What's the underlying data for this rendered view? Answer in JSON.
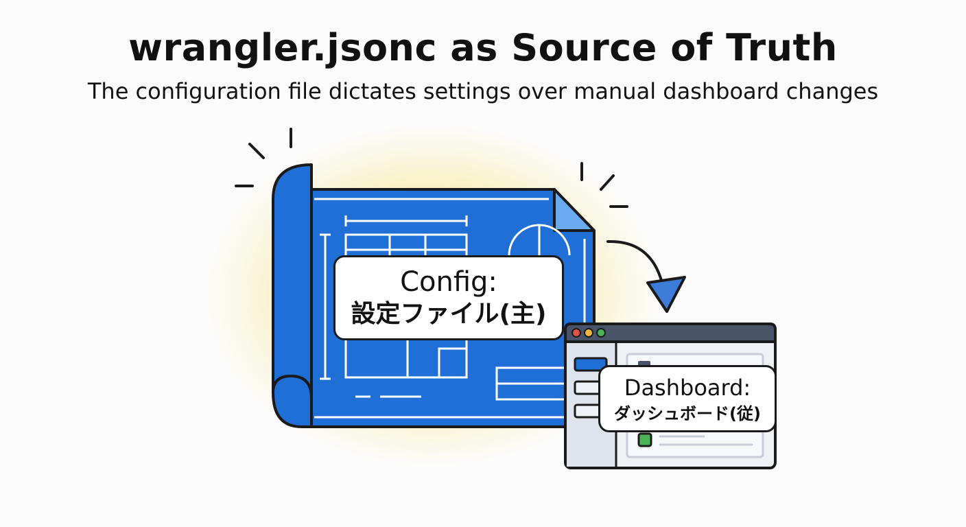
{
  "header": {
    "title": "wrangler.jsonc as Source of Truth",
    "subtitle": "The configuration file dictates settings over manual dashboard changes"
  },
  "config_card": {
    "line1": "Config:",
    "line2": "設定ファイル(主)"
  },
  "dashboard_card": {
    "line1": "Dashboard:",
    "line2": "ダッシュボード(従)"
  },
  "colors": {
    "blueprint": "#1f6fd6",
    "blueprint_fold": "#6aaaf0",
    "outline": "#1a1a1a",
    "glow": "#f7e36a",
    "arrow": "#3d7bd9",
    "window_bar": "#4a5468",
    "window_body": "#eef1f6",
    "dot_red": "#e0524a",
    "dot_yellow": "#f0b73a",
    "dot_green": "#49b356",
    "accent_green": "#49b356"
  },
  "icons": {
    "blueprint": "blueprint-scroll-icon",
    "browser": "browser-window-icon",
    "arrow": "curved-arrow-icon",
    "sparkle": "sparkle-lines-icon"
  }
}
